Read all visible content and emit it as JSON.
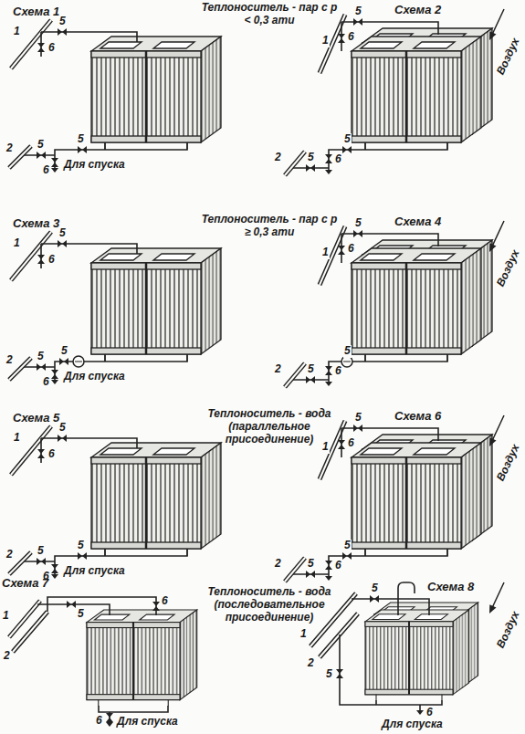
{
  "diagram": {
    "labels": [
      "Схема 1",
      "Теплоноситель - пар с р < 0,3 ати",
      "Схема 2",
      "1",
      "5",
      "6",
      "5",
      "5",
      "2",
      "6",
      "Для спуска",
      "1",
      "5",
      "6",
      "5",
      "5",
      "2",
      "6",
      "Воздух",
      "Схема 3",
      "Теплоноситель - пар с р ≥ 0,3 ати",
      "Схема 4",
      "1",
      "5",
      "6",
      "5",
      "5",
      "2",
      "6",
      "Для спуска",
      "1",
      "5",
      "6",
      "5",
      "5",
      "2",
      "6",
      "Воздух",
      "Схема 5",
      "Теплоноситель - вода (параллельное присоединение)",
      "Схема 6",
      "1",
      "5",
      "6",
      "5",
      "5",
      "2",
      "6",
      "Для спуска",
      "1",
      "5",
      "6",
      "5",
      "5",
      "2",
      "6",
      "Воздух",
      "Схема 7",
      "Теплоноситель - вода (последовательное присоединение)",
      "Схема 8",
      "1",
      "2",
      "5",
      "6",
      "6",
      "Для спуска",
      "1",
      "2",
      "5",
      "5",
      "6",
      "Для спуска",
      "Воздух"
    ]
  }
}
